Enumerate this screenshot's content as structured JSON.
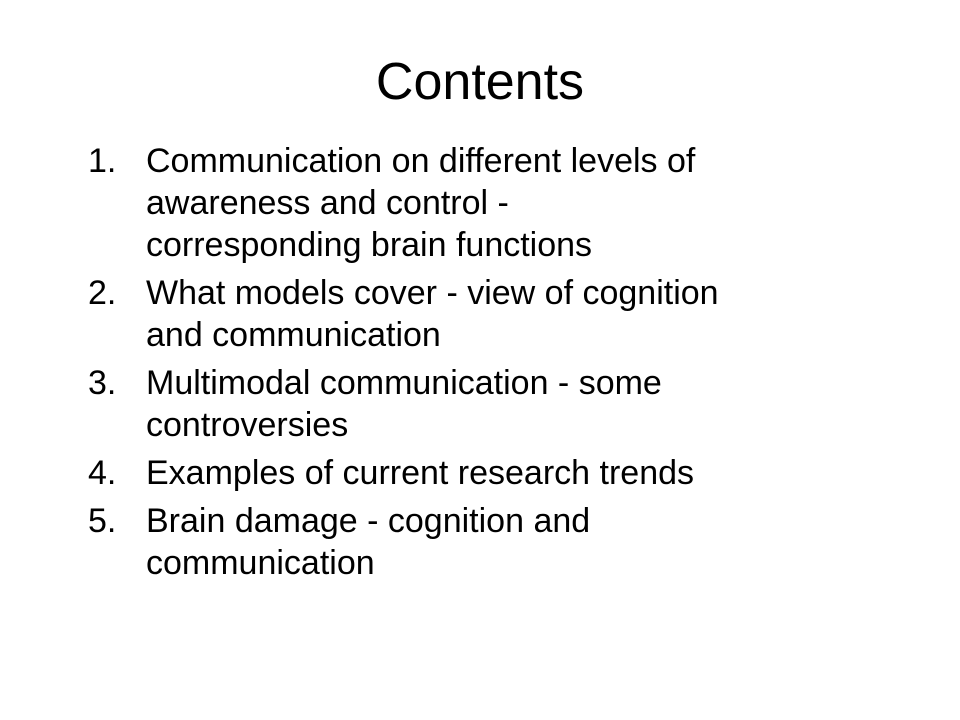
{
  "slide": {
    "title": "Contents",
    "items": [
      {
        "number": "1.",
        "text": "Communication on different levels of\nawareness and control -\ncorresponding brain functions"
      },
      {
        "number": "2.",
        "text": "What models cover - view of cognition\nand communication"
      },
      {
        "number": "3.",
        "text": "Multimodal communication - some\ncontroversies"
      },
      {
        "number": "4.",
        "text": "Examples of current research trends"
      },
      {
        "number": "5.",
        "text": "Brain damage - cognition and\ncommunication"
      }
    ]
  }
}
